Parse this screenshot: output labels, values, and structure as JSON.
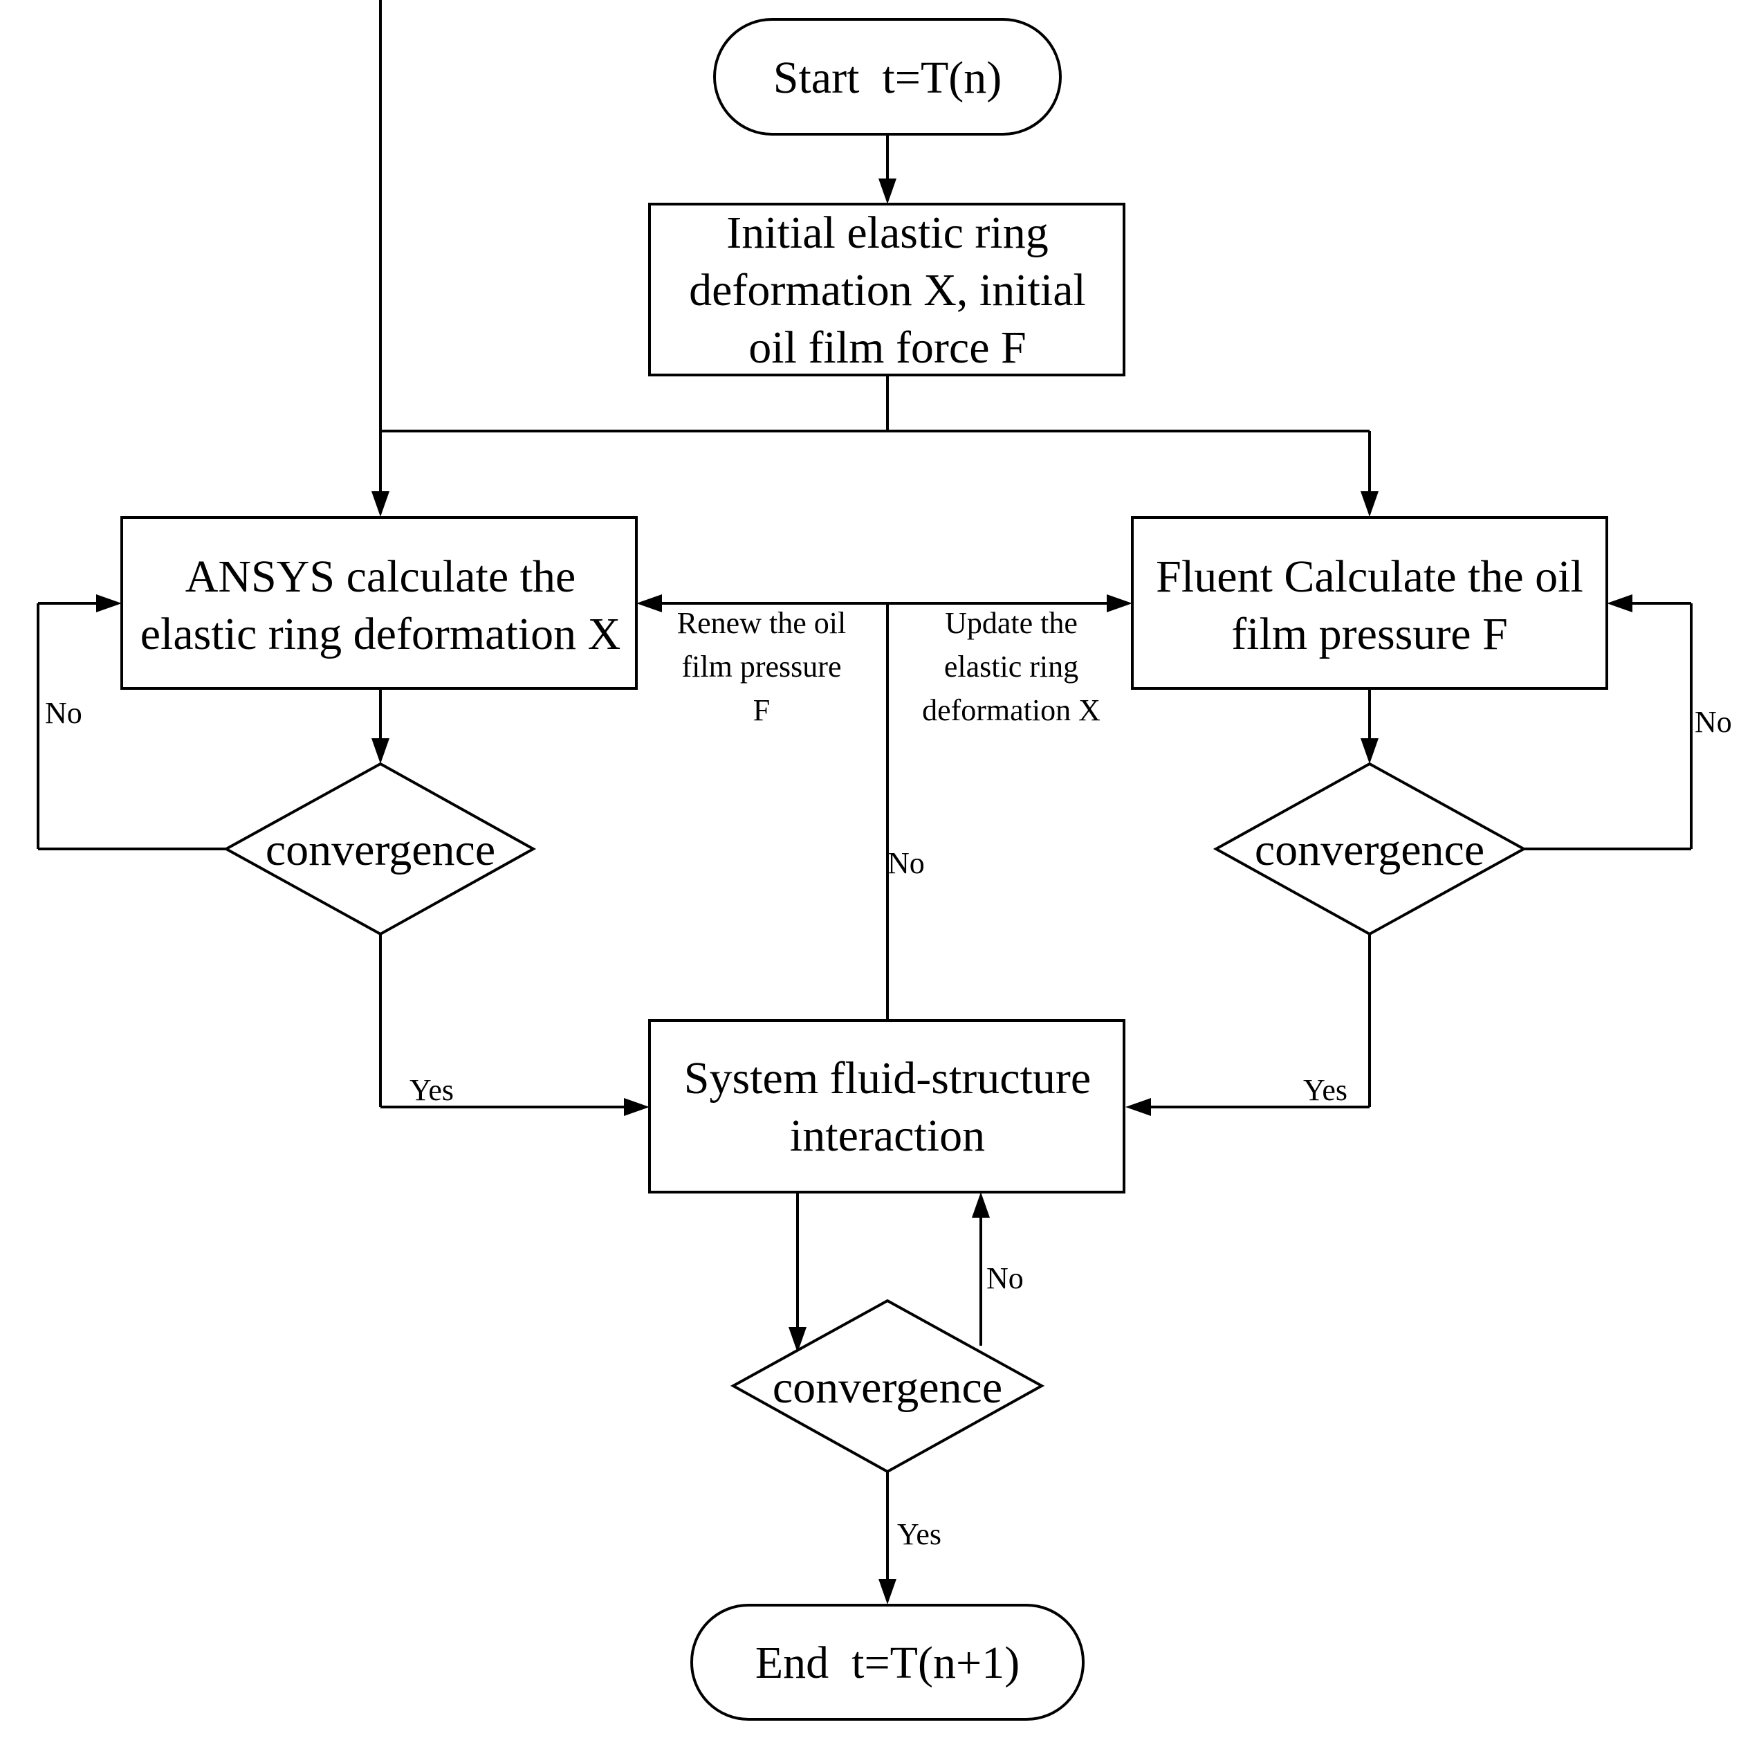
{
  "nodes": {
    "start": "Start  t=T(n)",
    "initial": [
      "Initial elastic ring",
      "deformation X, initial",
      "oil film force F"
    ],
    "ansys": [
      "ANSYS calculate the",
      "elastic ring deformation X"
    ],
    "fluent": [
      "Fluent Calculate the oil",
      "film pressure F"
    ],
    "conv_left": "convergence",
    "conv_right": "convergence",
    "system": [
      "System fluid-structure",
      "interaction"
    ],
    "conv_bottom": "convergence",
    "end": "End  t=T(n+1)"
  },
  "edge_labels": {
    "renew": [
      "Renew the oil",
      "film pressure",
      "F"
    ],
    "update": [
      "Update the",
      "elastic ring",
      "deformation X"
    ],
    "no_left": "No",
    "no_right": "No",
    "no_center": "No",
    "no_bottom": "No",
    "yes_left": "Yes",
    "yes_right": "Yes",
    "yes_bottom": "Yes"
  }
}
